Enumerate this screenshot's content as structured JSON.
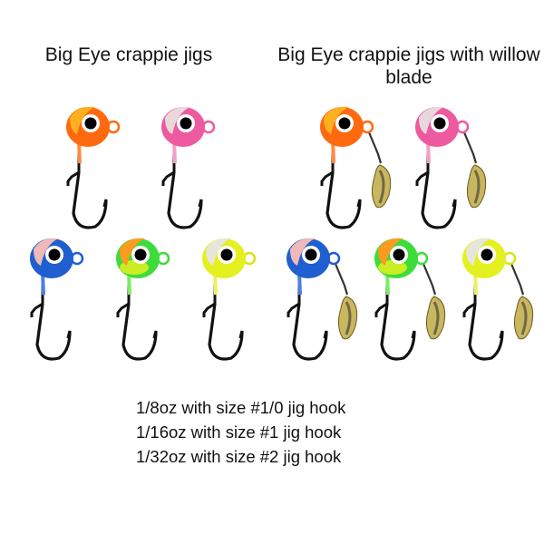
{
  "titles": {
    "left": "Big Eye crappie jigs",
    "right": "Big Eye crappie jigs with willow blade"
  },
  "specs": [
    "1/8oz with size #1/0 jig hook",
    "1/16oz with size #1 jig hook",
    "1/32oz with size #2 jig hook"
  ],
  "jigs": {
    "plain": [
      {
        "color_name": "orange",
        "head": "#ff6a10",
        "collar": "#ffb020"
      },
      {
        "color_name": "pink",
        "head": "#ee5aa0",
        "collar": "#e8d8dc"
      },
      {
        "color_name": "blue",
        "head": "#1f5fd0",
        "collar": "#f0b8b8"
      },
      {
        "color_name": "chartreuse-green",
        "head": "#3ddc3a",
        "collar": "#ff9a20"
      },
      {
        "color_name": "chartreuse",
        "head": "#e4f020",
        "collar": "#e6e6dc"
      }
    ],
    "blade": [
      {
        "color_name": "orange",
        "head": "#ff6a10",
        "collar": "#ffb020"
      },
      {
        "color_name": "pink",
        "head": "#ee5aa0",
        "collar": "#e8d8dc"
      },
      {
        "color_name": "blue",
        "head": "#1f5fd0",
        "collar": "#f0b8b8"
      },
      {
        "color_name": "chartreuse-green",
        "head": "#3ddc3a",
        "collar": "#ff9a20"
      },
      {
        "color_name": "chartreuse",
        "head": "#e4f020",
        "collar": "#e6e6dc"
      }
    ]
  },
  "colors": {
    "hook": "#111111",
    "eye": "#000000",
    "eye_ring": "#ffffff",
    "blade": "#c9b760"
  }
}
